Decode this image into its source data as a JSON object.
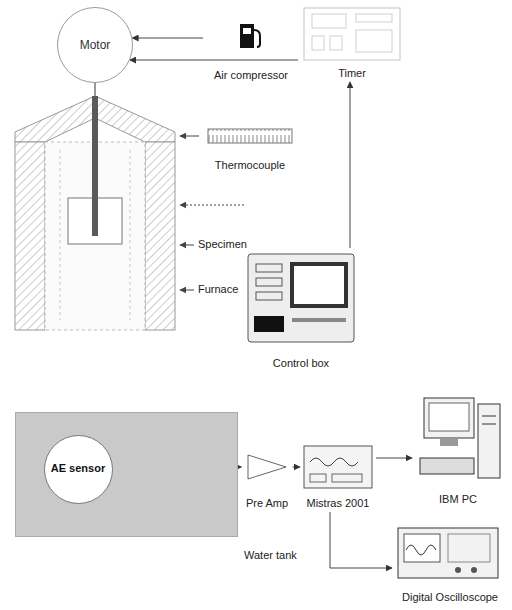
{
  "diagram": {
    "nodes": [
      {
        "text": [
          "Motor"
        ]
      },
      {
        "text": [
          "Air compressor"
        ]
      },
      {
        "text": [
          "Timer"
        ]
      },
      {
        "text": [
          "Thermocouple"
        ]
      },
      {
        "text": [
          "Control box"
        ]
      },
      {
        "text": [
          "Water tank"
        ]
      },
      {
        "text": [
          "AE sensor"
        ],
        "in": 5
      },
      {
        "text": [
          "Pre Amp"
        ]
      },
      {
        "text": [
          "Mistras 2001"
        ]
      },
      {
        "text": [
          "IBM PC"
        ]
      },
      {
        "text": [
          "Digital Oscilloscope"
        ]
      }
    ],
    "edges": [
      {
        "from": 1,
        "to": 0,
        "arrow": "to"
      },
      {
        "from": 2,
        "to": 0,
        "arrow": "to"
      },
      {
        "from": 4,
        "to": 2,
        "arrow": "to"
      },
      {
        "from": 6,
        "to": 7,
        "arrow": "to"
      },
      {
        "from": 7,
        "to": 8,
        "arrow": "to"
      },
      {
        "from": 8,
        "to": 9,
        "arrow": "to"
      },
      {
        "from": 8,
        "to": 10,
        "arrow": "to"
      }
    ],
    "labels": [
      "Specimen",
      "Furnace"
    ]
  }
}
